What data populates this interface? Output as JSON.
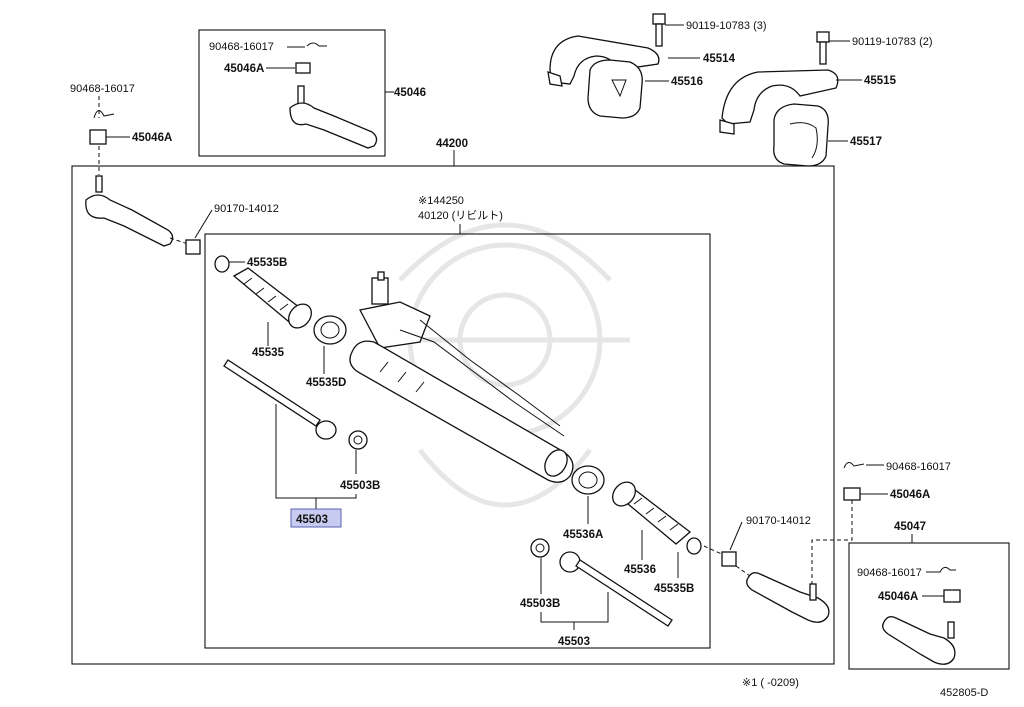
{
  "diagram": {
    "colors": {
      "highlight": "#c8cbf0",
      "line": "#111111",
      "watermark": "#e6e6e6"
    },
    "labels": {
      "l_90468_16017_top": "90468-16017",
      "l_45046A_box": "45046A",
      "l_45046": "45046",
      "l_90468_16017_left": "90468-16017",
      "l_45046A_left": "45046A",
      "l_90119_3": "90119-10783 (3)",
      "l_45514": "45514",
      "l_45516": "45516",
      "l_90119_2": "90119-10783 (2)",
      "l_45515": "45515",
      "l_45517": "45517",
      "l_44200": "44200",
      "l_90170_left": "90170-14012",
      "l_144250": "※144250",
      "l_40120": "40120 (リビルト)",
      "l_45535B_top": "45535B",
      "l_45535": "45535",
      "l_45535D": "45535D",
      "l_45503B_left": "45503B",
      "l_45503_hl": "45503",
      "l_45536A": "45536A",
      "l_45536": "45536",
      "l_45535B_bot": "45535B",
      "l_45503B_bot": "45503B",
      "l_45503_bot": "45503",
      "l_90170_right": "90170-14012",
      "l_90468_right": "90468-16017",
      "l_45046A_right": "45046A",
      "l_45047": "45047",
      "l_90468_box2": "90468-16017",
      "l_45046A_box2": "45046A",
      "l_footnote": "※1 (     -0209)",
      "l_ref": "452805-D"
    }
  }
}
